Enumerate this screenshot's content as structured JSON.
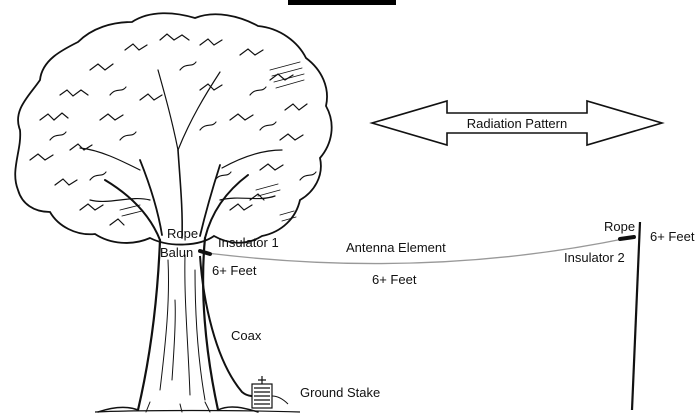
{
  "diagram": {
    "labels": {
      "radiation_pattern": "Radiation Pattern",
      "rope_left": "Rope",
      "balun": "Balun",
      "insulator_1": "Insulator 1",
      "height_left": "6+ Feet",
      "antenna_element": "Antenna Element",
      "sag": "6+ Feet",
      "rope_right": "Rope",
      "insulator_2": "Insulator 2",
      "height_right": "6+ Feet",
      "coax": "Coax",
      "ground_stake": "Ground Stake"
    },
    "icons": [
      "tree-illustration",
      "double-arrow",
      "pole",
      "ground-stake-icon"
    ],
    "colors": {
      "ink": "#111111",
      "wire": "#999999",
      "background": "#ffffff"
    }
  }
}
